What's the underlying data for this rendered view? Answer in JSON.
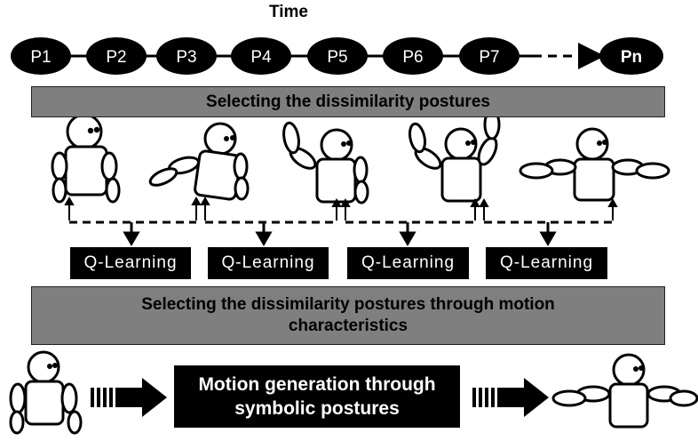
{
  "time_label": "Time",
  "posture_nodes": [
    "P1",
    "P2",
    "P3",
    "P4",
    "P5",
    "P6",
    "P7"
  ],
  "final_node": "Pn",
  "band_top": "Selecting the dissimilarity postures",
  "band_bottom_line1": "Selecting the dissimilarity postures through motion",
  "band_bottom_line2": "characteristics",
  "q_learning": [
    "Q-Learning",
    "Q-Learning",
    "Q-Learning",
    "Q-Learning"
  ],
  "generation_line1": "Motion generation through",
  "generation_line2": "symbolic postures",
  "colors": {
    "node": "#000000",
    "band": "#7f7f7f",
    "box": "#000000",
    "text_light": "#ffffff"
  }
}
